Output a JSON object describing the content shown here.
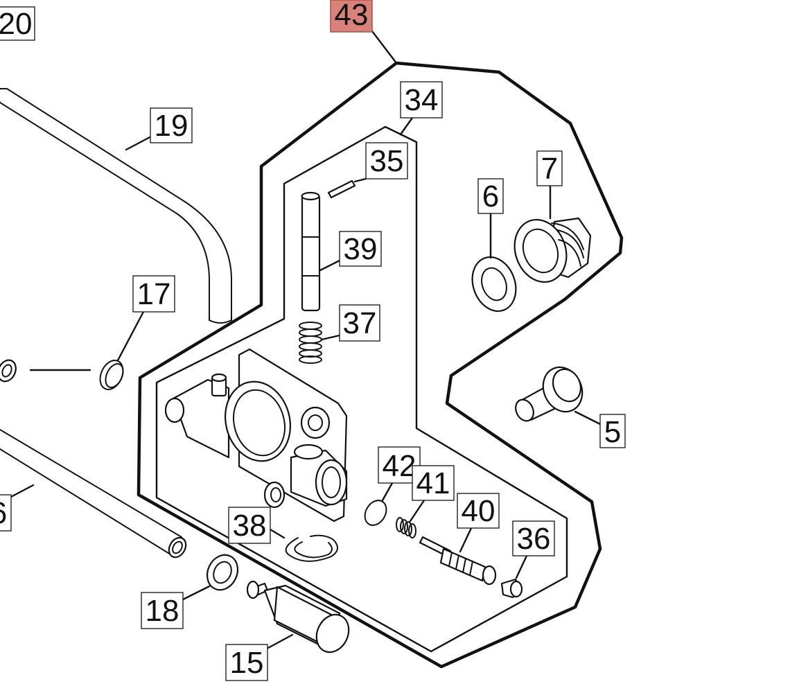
{
  "diagram": {
    "highlight_color": "#d9827a",
    "callouts": {
      "c20": "20",
      "c43": "43",
      "c34": "34",
      "c35": "35",
      "c19": "19",
      "c6": "6",
      "c7": "7",
      "c39": "39",
      "c17": "17",
      "c37": "37",
      "c5": "5",
      "c16": "6",
      "c42": "42",
      "c41": "41",
      "c40": "40",
      "c38": "38",
      "c36": "36",
      "c18": "18",
      "c15": "15"
    }
  }
}
